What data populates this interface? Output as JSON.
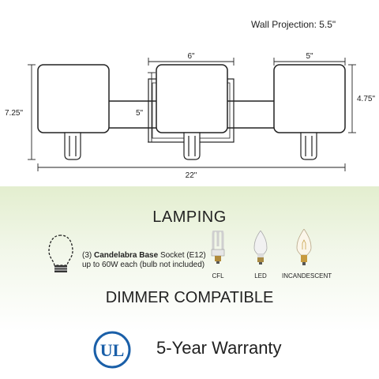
{
  "dimensions": {
    "wall_projection": "Wall Projection: 5.5\"",
    "shade_width": "6\"",
    "shade_depth": "5\"",
    "shade_inner_height": "5\"",
    "shade_height": "4.75\"",
    "overall_height": "7.25\"",
    "overall_width": "22\""
  },
  "lamping": {
    "title": "LAMPING",
    "socket_count": "(3)",
    "socket_type": "Candelabra Base",
    "socket_suffix": "Socket (E12)",
    "wattage_note": "up to 60W each (bulb not included)",
    "bulbs": [
      {
        "label": "CFL",
        "icon": "cfl-bulb-icon"
      },
      {
        "label": "LED",
        "icon": "led-bulb-icon"
      },
      {
        "label": "INCANDESCENT",
        "icon": "incandescent-bulb-icon"
      }
    ]
  },
  "dimmer": "DIMMER COMPATIBLE",
  "certification": {
    "logo_text": "UL",
    "icon": "ul-logo-icon"
  },
  "warranty": "5-Year Warranty",
  "colors": {
    "line": "#222222",
    "panel_green": "#e3eecf",
    "ul_blue": "#1a5fa8"
  }
}
